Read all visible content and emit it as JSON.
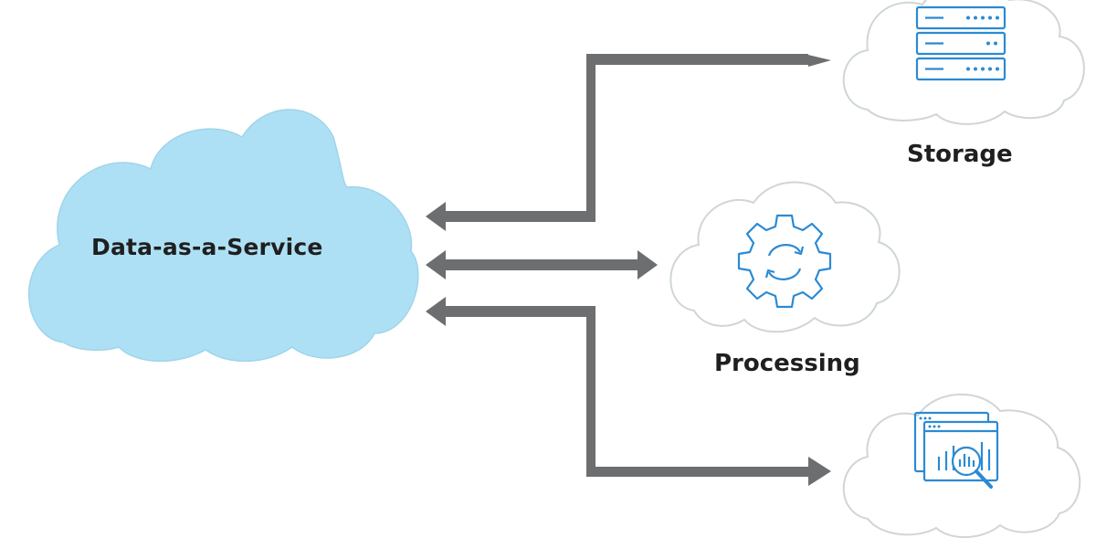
{
  "diagram": {
    "main_label": "Data-as-a-Service",
    "storage_label": "Storage",
    "processing_label": "Processing"
  },
  "icons": [
    "server-rack-icon",
    "gear-sync-icon",
    "analytics-magnifier-icon"
  ],
  "colors": {
    "main_cloud_fill": "#aee0f5",
    "cloud_fill": "#ffffff",
    "cloud_stroke": "#cfd5d9",
    "arrow": "#6d6e70",
    "icon": "#2b8ad3",
    "label": "#1f1f1f"
  }
}
